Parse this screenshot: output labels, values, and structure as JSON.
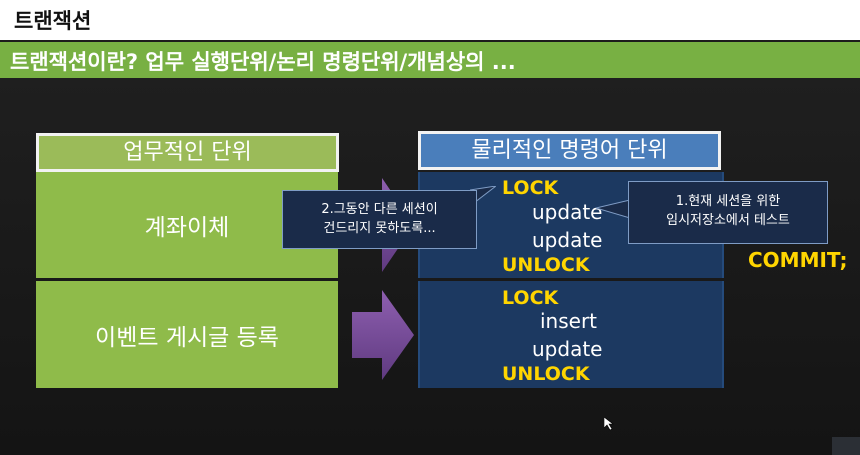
{
  "page": {
    "title": "트랜잭션"
  },
  "banner": {
    "text": "트랜잭션이란? 업무 실행단위/논리 명령단위/개념상의 ..."
  },
  "left_column": {
    "header": "업무적인 단위",
    "rows": [
      "계좌이체",
      "이벤트 게시글 등록"
    ]
  },
  "right_column": {
    "header": "물리적인 명령어 단위",
    "groups": [
      {
        "lock": "LOCK",
        "ops": [
          "update",
          "update"
        ],
        "unlock": "UNLOCK"
      },
      {
        "lock": "LOCK",
        "ops": [
          "insert",
          "update"
        ],
        "unlock": "UNLOCK"
      }
    ]
  },
  "callouts": {
    "left": [
      "2.그동안 다른 세션이",
      "건드리지 못하도록..."
    ],
    "right": [
      "1.현재 세션을 위한",
      "임시저장소에서 테스트"
    ]
  },
  "commit": "COMMIT;",
  "colors": {
    "green_header": "#9bbb59",
    "green_cell": "#8fbb4a",
    "blue_header": "#4a7ebb",
    "navy_box": "#1c3961",
    "keyword_yellow": "#ffd500",
    "arrow_purple": "#7a4f9a",
    "banner_green": "#78b043"
  }
}
